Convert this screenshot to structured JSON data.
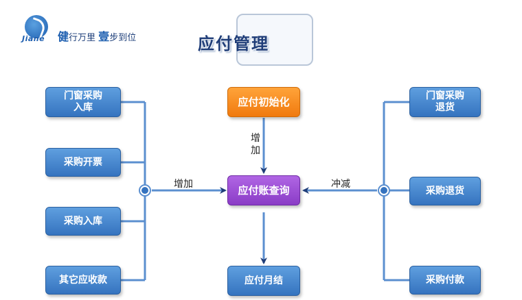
{
  "logo": {
    "latin": "Jiane",
    "slogan_prefix": "健",
    "slogan_mid": "行万里",
    "slogan_big": "壹",
    "slogan_suffix": "步到位"
  },
  "title": "应付管理",
  "left_sources": [
    {
      "line1": "门窗采购",
      "line2": "入库"
    },
    {
      "line1": "采购开票",
      "line2": ""
    },
    {
      "line1": "采购入库",
      "line2": ""
    },
    {
      "line1": "其它应收款",
      "line2": ""
    }
  ],
  "right_sources": [
    {
      "line1": "门窗采购",
      "line2": "退货"
    },
    {
      "line1": "采购退货",
      "line2": ""
    },
    {
      "line1": "采购付款",
      "line2": ""
    }
  ],
  "center": {
    "initial": "应付初始化",
    "query": "应付账查询",
    "monthly": "应付月结"
  },
  "edge_labels": {
    "left_increase": "增加",
    "right_offset": "冲减",
    "top_increase_1": "增",
    "top_increase_2": "加"
  },
  "colors": {
    "blue": "#3573bf",
    "orange": "#f07a0e",
    "purple": "#8a3cc6",
    "wire": "#5b8fcf",
    "arrow": "#1f3d78"
  }
}
